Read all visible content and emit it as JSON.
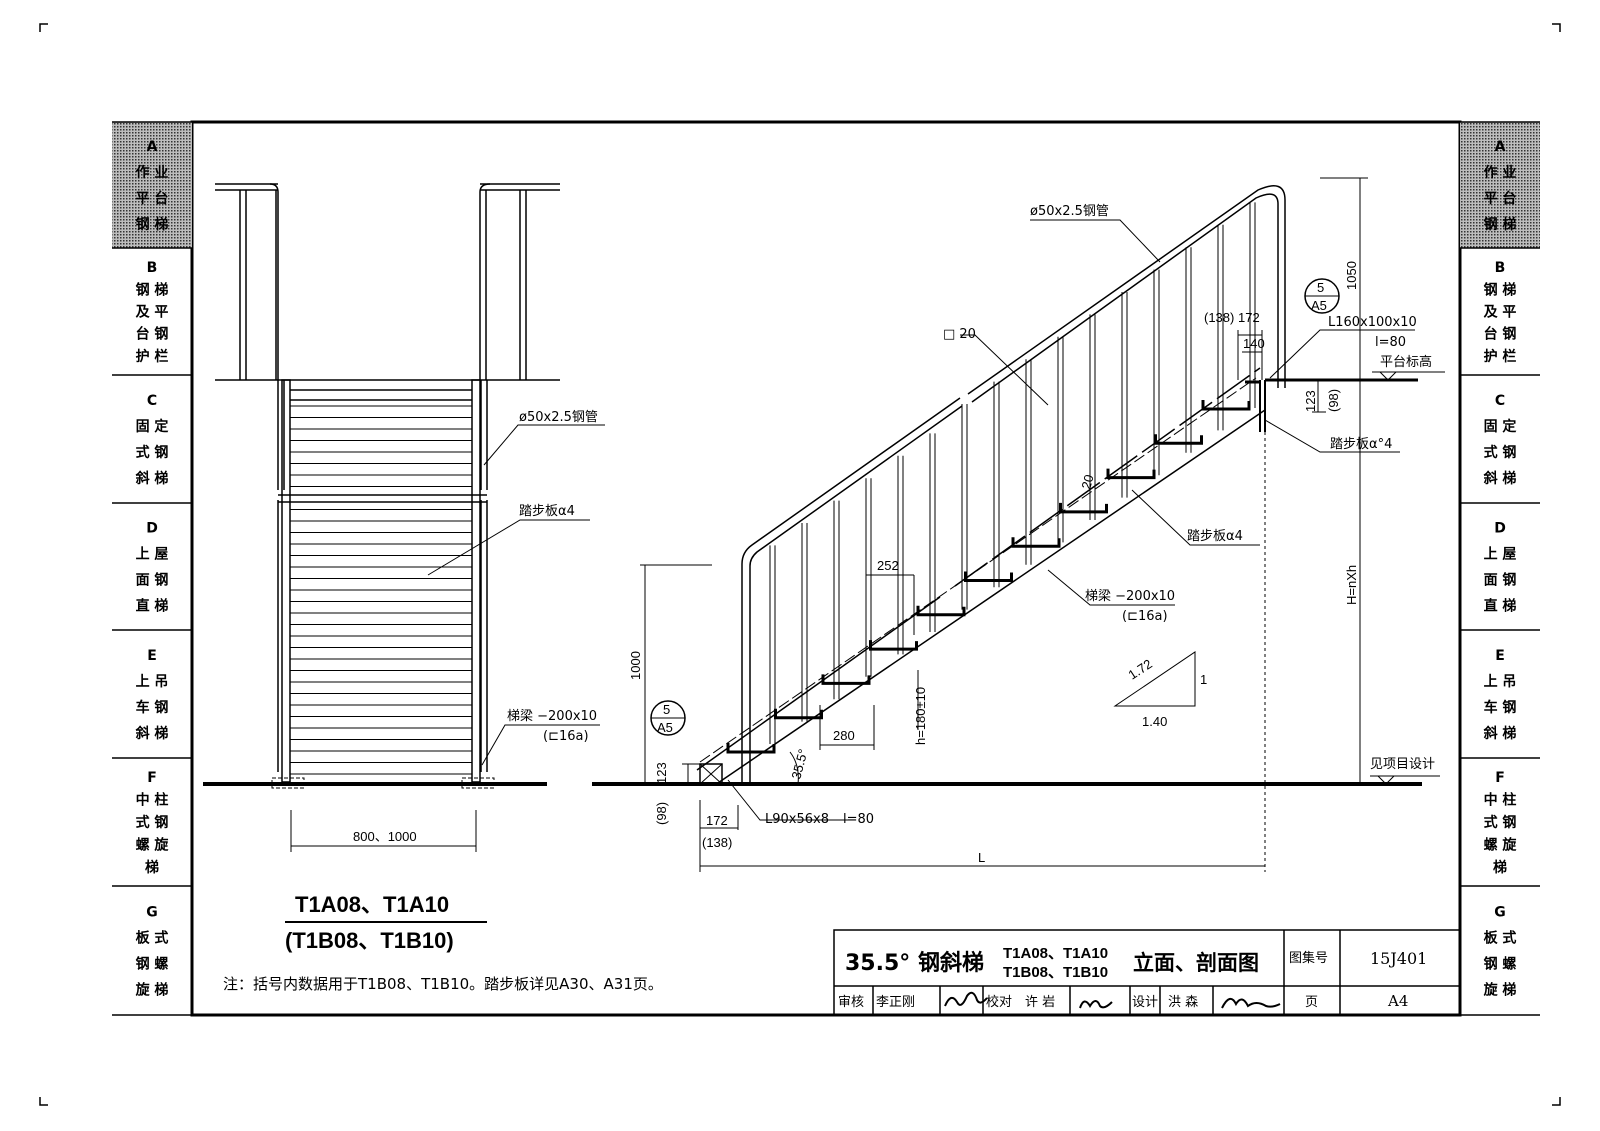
{
  "side_tabs": [
    {
      "letter": "A",
      "lines": [
        "作 业",
        "平 台",
        "钢 梯"
      ],
      "shaded": true
    },
    {
      "letter": "B",
      "lines": [
        "钢 梯",
        "及 平",
        "台 钢",
        "护 栏"
      ],
      "shaded": false
    },
    {
      "letter": "C",
      "lines": [
        "固 定",
        "式 钢",
        "斜 梯"
      ],
      "shaded": false
    },
    {
      "letter": "D",
      "lines": [
        "上 屋",
        "面 钢",
        "直 梯"
      ],
      "shaded": false
    },
    {
      "letter": "E",
      "lines": [
        "上 吊",
        "车 钢",
        "斜 梯"
      ],
      "shaded": false
    },
    {
      "letter": "F",
      "lines": [
        "中 柱",
        "式 钢",
        "螺 旋",
        "梯"
      ],
      "shaded": false
    },
    {
      "letter": "G",
      "lines": [
        "板 式",
        "钢 螺",
        "旋 梯"
      ],
      "shaded": false
    }
  ],
  "front_view": {
    "pipe_label": "ø50x2.5钢管",
    "tread_label": "踏步板α4",
    "beam_label": "梯梁 −200x10",
    "beam_label_alt": "(⊏16a)",
    "width_dim": "800、1000"
  },
  "side_view": {
    "pipe_label": "ø50x2.5钢管",
    "square_label": "□ 20",
    "height_1050": "1050",
    "height_total": "H=nXh",
    "dim_138_top": "(138)",
    "dim_172_top": "172",
    "dim_140": "140",
    "angle_top": "L160x100x10",
    "angle_top_len": "l=80",
    "platform_label": "平台标高",
    "dim_123_top": "123",
    "dim_98_top": "(98)",
    "tread_top_label": "踏步板α°4",
    "dim_20": "20",
    "tread_label": "踏步板α4",
    "beam_label": "梯梁 −200x10",
    "beam_label_alt": "(⊏16a)",
    "dim_252": "252",
    "rail_height": "1000",
    "h_label": "h=180±10",
    "dim_280": "280",
    "angle_deg": "35.5°",
    "dim_123_bot": "123",
    "dim_98_bot": "(98)",
    "dim_172_bot": "172",
    "dim_138_bot": "(138)",
    "angle_bot": "L90x56x8",
    "angle_bot_len": "l=80",
    "length_L": "L",
    "site_label": "见项目设计",
    "slope_hyp": "1.72",
    "slope_v": "1",
    "slope_h": "1.40",
    "detail_num": "5",
    "detail_page": "A5"
  },
  "codes": {
    "line1": "T1A08、T1A10",
    "line2": "(T1B08、T1B10)"
  },
  "note": "注：括号内数据用于T1B08、T1B10。踏步板详见A30、A31页。",
  "title_block": {
    "title_main": "35.5° 钢斜梯",
    "title_codes1": "T1A08、T1A10",
    "title_codes2": "T1B08、T1B10",
    "title_suffix": "立面、剖面图",
    "atlas_label": "图集号",
    "atlas_value": "15J401",
    "review_label": "审核",
    "review_name": "李正刚",
    "check_label": "校对",
    "check_name": "许 岩",
    "design_label": "设计",
    "design_name": "洪 森",
    "page_label": "页",
    "page_value": "A4"
  }
}
